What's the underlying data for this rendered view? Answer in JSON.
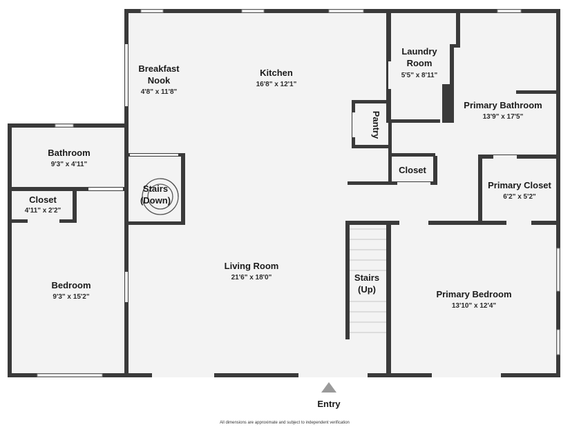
{
  "rooms": {
    "kitchen": {
      "name": "Kitchen",
      "dims": "16'8\" x 12'1\""
    },
    "breakfast_nook": {
      "name": [
        "Breakfast",
        "Nook"
      ],
      "dims": "4'8\" x 11'8\""
    },
    "laundry_room": {
      "name": [
        "Laundry",
        "Room"
      ],
      "dims": "5'5\" x 8'11\""
    },
    "primary_bathroom": {
      "name": "Primary Bathroom",
      "dims": "13'9\" x 17'5\""
    },
    "pantry": {
      "name": "Pantry"
    },
    "closet_center": {
      "name": "Closet"
    },
    "primary_closet": {
      "name": "Primary Closet",
      "dims": "6'2\" x 5'2\""
    },
    "bathroom": {
      "name": "Bathroom",
      "dims": "9'3\" x 4'11\""
    },
    "closet_left": {
      "name": "Closet",
      "dims": "4'11\" x 2'2\""
    },
    "stairs_down": {
      "name": [
        "Stairs",
        "(Down)"
      ]
    },
    "bedroom": {
      "name": "Bedroom",
      "dims": "9'3\" x 15'2\""
    },
    "living_room": {
      "name": "Living Room",
      "dims": "21'6\" x 18'0\""
    },
    "stairs_up": {
      "name": [
        "Stairs",
        "(Up)"
      ]
    },
    "primary_bedroom": {
      "name": "Primary Bedroom",
      "dims": "13'10\" x 12'4\""
    }
  },
  "entry_label": "Entry",
  "disclaimer": "All dimensions are approximate and subject to independent verification",
  "colors": {
    "wall": "#3a3a3a",
    "floor": "#f3f3f3",
    "text": "#1a1a1a"
  }
}
